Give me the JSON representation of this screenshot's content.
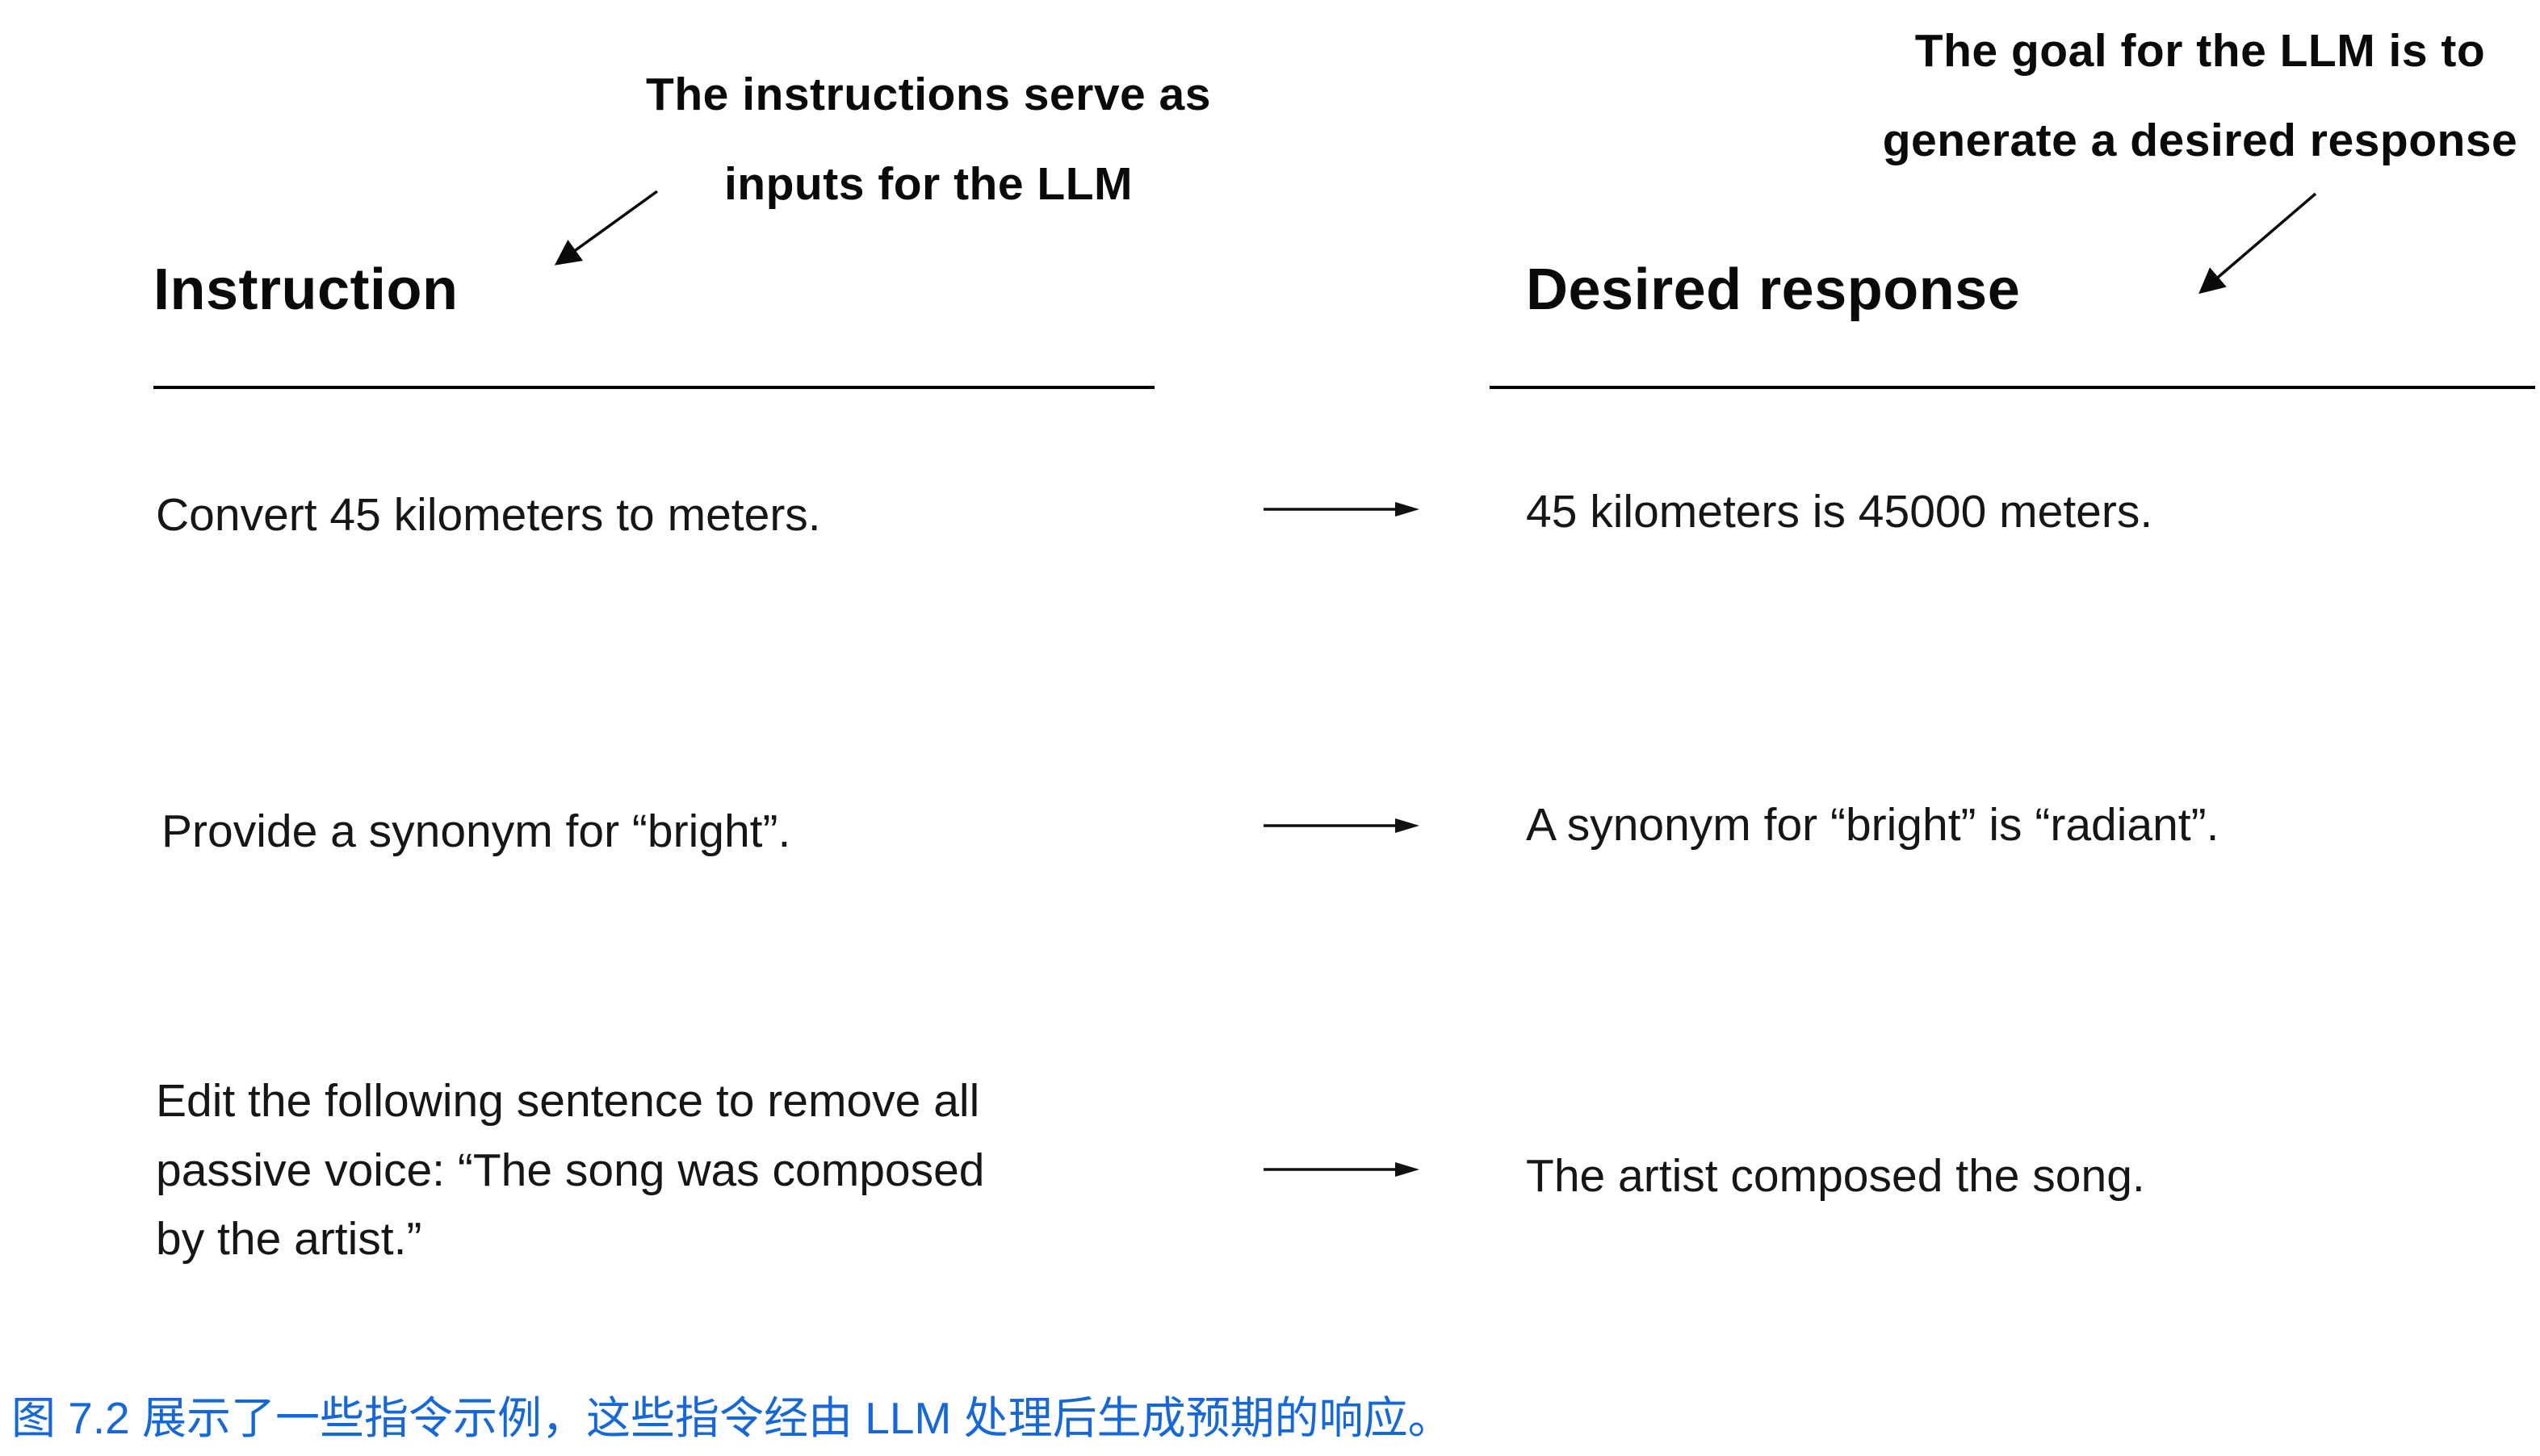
{
  "figure": {
    "annotations": {
      "left": {
        "line1": "The instructions serve as",
        "line2": "inputs for the LLM"
      },
      "right": {
        "line1": "The goal for the LLM is to",
        "line2": "generate a desired response"
      }
    },
    "columns": {
      "left_header": "Instruction",
      "right_header": "Desired response"
    },
    "rows": [
      {
        "instruction": "Convert 45 kilometers to meters.",
        "response": "45 kilometers is 45000 meters."
      },
      {
        "instruction": "Provide a synonym for “bright”.",
        "response": "A synonym for “bright” is “radiant”."
      },
      {
        "instruction": "Edit the following sentence to remove all passive voice: “The song was composed by the artist.”",
        "response": "The artist composed the song."
      }
    ],
    "caption": "图 7.2 展示了一些指令示例，这些指令经由 LLM 处理后生成预期的响应。"
  },
  "icons": {
    "row_arrow": "⟶",
    "annotation_arrow": "↙"
  },
  "colors": {
    "text": "#111111",
    "caption_blue": "#1668d8",
    "line_black": "#000000"
  }
}
